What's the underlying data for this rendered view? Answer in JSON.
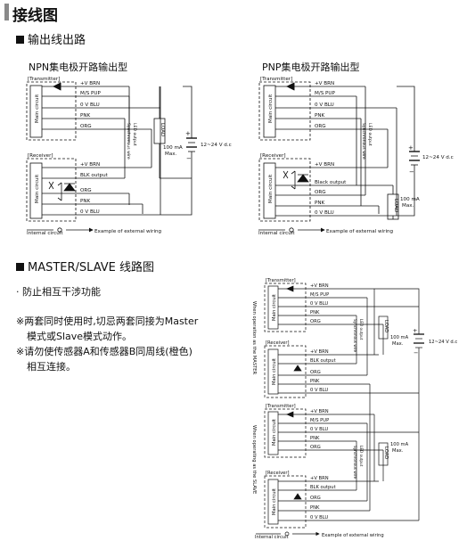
{
  "page_title": "接线图",
  "output_section": {
    "title": "输出线出路",
    "npn_title": "NPN集电极开路输出型",
    "pnp_title": "PNP集电极开路输出型"
  },
  "master_slave_section": {
    "title": "MASTER/SLAVE 线路图",
    "feature": "· 防止相互干涉功能",
    "note1_line1": "※两套同时使用时,切忌两套同接为Master",
    "note1_line2": "模式或Slave模式动作。",
    "note2_line1": "※请勿使传感器A和传感器B同周线(橙色)",
    "note2_line2": "相互连接。",
    "side_master": "When operation as the MASTER",
    "side_slave": "When operating as the SLAVE"
  },
  "labels": {
    "transmitter": "[Transmitter]",
    "receiver": "[Receiver]",
    "main_circuit": "Main circuit",
    "brn": "+V BRN",
    "ms_pup": "M/S PUP",
    "blu": "0 V BLU",
    "pnk": "PNK",
    "org": "ORG",
    "blk": "BLK output",
    "black": "Black output",
    "led_output": "LED output",
    "sync_wire": "Synchronous wire",
    "load": "LOAD",
    "load_spec_1": "100 mA",
    "load_spec_2": "Max.",
    "supply": "12~24 V d.c",
    "plus": "+",
    "minus": "−",
    "internal": "Internal circuit",
    "external": "Example of external wiring"
  }
}
